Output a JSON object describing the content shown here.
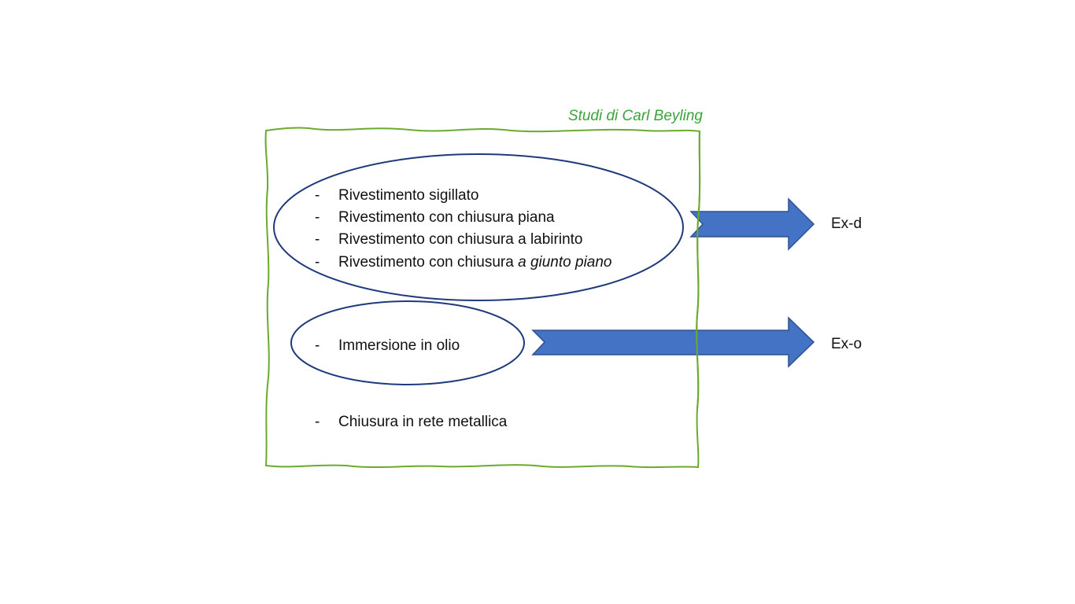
{
  "title": "Studi di Carl Beyling",
  "colors": {
    "frame": "#6aab2e",
    "title": "#3aa33a",
    "ellipse_stroke": "#1f3a7a",
    "arrow_fill": "#4472c4",
    "arrow_stroke": "#2f528f",
    "text": "#111111"
  },
  "groups": [
    {
      "items": [
        {
          "dash": "-",
          "text": "Rivestimento sigillato",
          "italic_suffix": ""
        },
        {
          "dash": "-",
          "text": "Rivestimento con chiusura piana",
          "italic_suffix": ""
        },
        {
          "dash": "-",
          "text": "Rivestimento con chiusura a labirinto",
          "italic_suffix": ""
        },
        {
          "dash": "-",
          "text": "Rivestimento con chiusura ",
          "italic_suffix": "a giunto piano"
        }
      ],
      "target": "Ex-d"
    },
    {
      "items": [
        {
          "dash": "-",
          "text": "Immersione in olio",
          "italic_suffix": ""
        }
      ],
      "target": "Ex-o"
    }
  ],
  "loose_items": [
    {
      "dash": "-",
      "text": "Chiusura in rete metallica"
    }
  ]
}
